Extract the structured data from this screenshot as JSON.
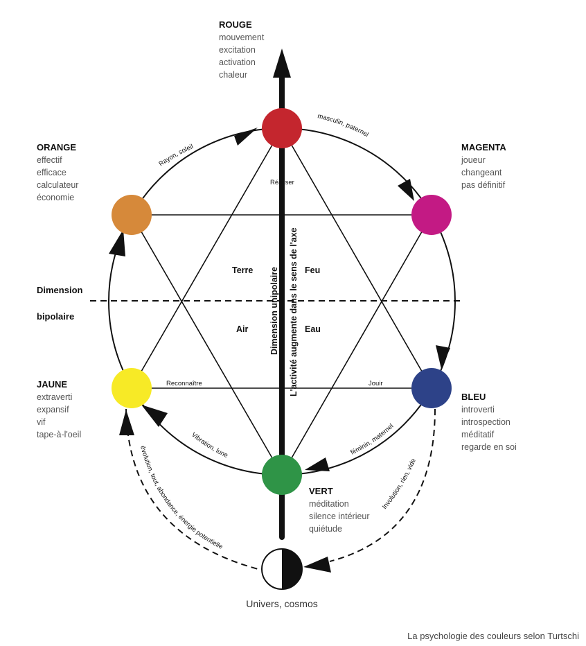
{
  "colors": {
    "rouge": {
      "name": "ROUGE",
      "fill": "#c4262e",
      "lines": [
        "mouvement",
        "excitation",
        "activation",
        "chaleur"
      ]
    },
    "magenta": {
      "name": "MAGENTA",
      "fill": "#c31a84",
      "lines": [
        "joueur",
        "changeant",
        "pas définitif"
      ]
    },
    "bleu": {
      "name": "BLEU",
      "fill": "#2d4288",
      "lines": [
        "introverti",
        "introspection",
        "méditatif",
        "regarde en soi"
      ]
    },
    "vert": {
      "name": "VERT",
      "fill": "#2f9447",
      "lines": [
        "méditation",
        "silence intérieur",
        "quiétude"
      ]
    },
    "jaune": {
      "name": "JAUNE",
      "fill": "#f7ea26",
      "lines": [
        "extraverti",
        "expansif",
        "vif",
        "tape-à-l'oeil"
      ]
    },
    "orange": {
      "name": "ORANGE",
      "fill": "#d6893a",
      "lines": [
        "effectif",
        "efficace",
        "calculateur",
        "économie"
      ]
    }
  },
  "arc_labels": {
    "rayon": "Rayon, soleil",
    "masculin": "masculin, paternel",
    "feminin": "féminin, maternel",
    "vibration": "Vibration, lune",
    "evolution": "évolution, tout, abondance, énergie potentielle",
    "involution": "Involution, rien, vide"
  },
  "line_labels": {
    "realiser": "Réaliser",
    "reconnaitre": "Reconnaître",
    "jouir": "Jouir"
  },
  "elements": {
    "terre": "Terre",
    "feu": "Feu",
    "air": "Air",
    "eau": "Eau"
  },
  "dimension": {
    "top": "Dimension",
    "bottom": "bipolaire"
  },
  "axis": {
    "line1": "Dimension unipolaire",
    "line2": "L'activité augmente dans le sens de l'axe"
  },
  "univers": "Univers, cosmos",
  "caption": "La psychologie des couleurs selon Turtschi"
}
